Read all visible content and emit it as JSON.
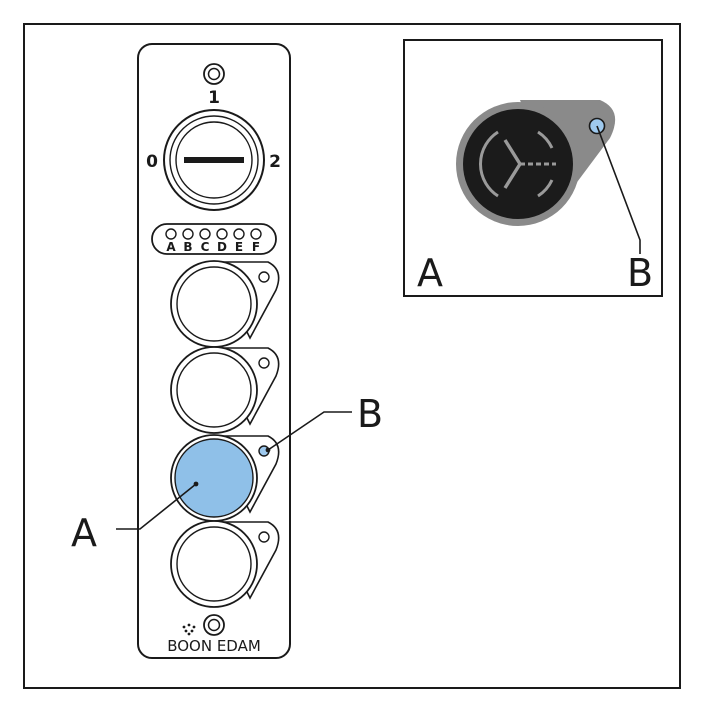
{
  "selector_switch": {
    "positions": [
      "0",
      "1",
      "2"
    ]
  },
  "indicator_row": {
    "letters": [
      "A",
      "B",
      "C",
      "D",
      "E",
      "F"
    ]
  },
  "callouts": {
    "main_button_label": "A",
    "main_led_label": "B",
    "detail_button_label": "A",
    "detail_led_label": "B"
  },
  "brand": {
    "name": "BOON EDAM"
  },
  "colors": {
    "highlight_blue": "#8fc0e8",
    "led_blue": "#9ec9ee",
    "outline": "#1a1a1a",
    "button_dark": "#1b1b1b",
    "ring_gray": "#8a8a8a"
  }
}
